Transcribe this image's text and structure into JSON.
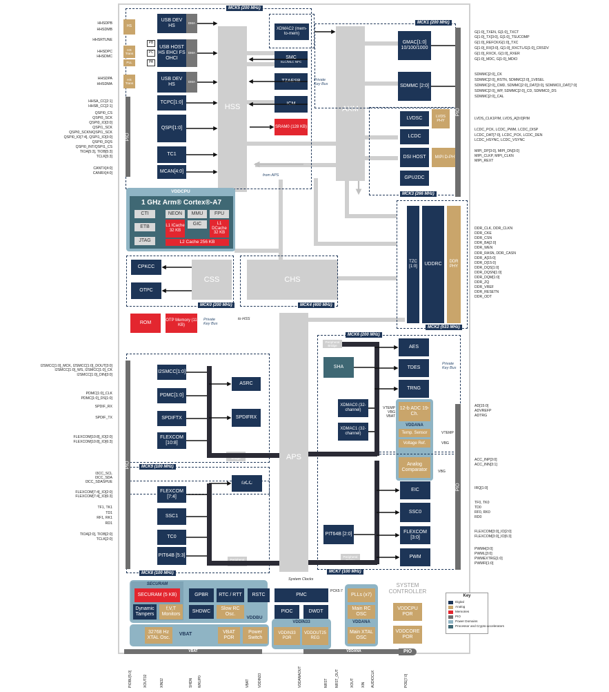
{
  "domains": {
    "mck5": "MCK5 (200 MHz)",
    "mck1": "MCK1 (200 MHz)",
    "mck3": "MCK3 (266 MHz)",
    "mck0": "MCK0 (200 MHz)",
    "mck4": "MCK4 (400 MHz)",
    "mck2": "MCK2 (533 MHz)",
    "mck6": "MCK6 (200 MHz)",
    "mck9": "MCK9 (100 MHz)",
    "mck8": "MCK8 (100 MHz)",
    "mck7": "MCK7 (100 MHz)"
  },
  "blocks": {
    "hs": "HS",
    "hs_trans": "HS Trans",
    "pll": "PLL",
    "pb": "PB",
    "pc": "PC",
    "pa": "PA",
    "usb_dev_hs_1": "USB DEV HS",
    "usb_host": "USB HOST HS EHCI FS OHCI",
    "usb_dev_hs_2": "USB DEV HS",
    "dma": "DMA",
    "tcpc": "TCPC[1:0]",
    "qspi": "QSPI[1:0]",
    "tc1": "TC1",
    "mcan": "MCAN[4:0]",
    "hss": "HSS",
    "xdmac2": "XDMAC2 (mem-to-mem)",
    "smc": "SMC",
    "smc_sub": "SLC/MLC NFC",
    "tzaesb": "TZAESB",
    "icm": "ICM",
    "sram0": "SRAM0 (128 KB)",
    "axm": "AXM",
    "gmac": "GMAC[1:0] 10/100/1000",
    "sdmmc": "SDMMC [2:0]",
    "lvdsc": "LVDSC",
    "lvds_phy": "LVDS PHY",
    "lcdc": "LCDC",
    "dsi_host": "DSI HOST",
    "mipi_dphy": "MIPI D-PHY",
    "gpu2dc": "GPU2DC",
    "vddcpu": "VDDCPU",
    "cpu_title": "1 GHz Arm® Cortex®-A7",
    "cti": "CTI",
    "etb": "ETB",
    "jtag": "JTAG",
    "neon": "NEON",
    "mmu": "MMU",
    "fpu": "FPU",
    "gic": "GIC",
    "l1i": "L1 ICache 32 KB",
    "l1d": "L1 DCache 32 KB",
    "l2": "L2 Cache 256 KB",
    "cpkcc": "CPKCC",
    "otpc": "OTPC",
    "css": "CSS",
    "chs": "CHS",
    "rom": "ROM",
    "otp_mem": "OTP Memory (11 KB)",
    "tzc": "TZC [1:0]",
    "uddrc": "UDDRC",
    "ddr_phy": "DDR PHY",
    "aes": "AES",
    "tdes": "TDES",
    "trng": "TRNG",
    "sha": "SHA",
    "xdmac0": "XDMAC0 (32-channel)",
    "xdmac1": "XDMAC1 (32-channel)",
    "periph_bridge": "Peripheral Bridge",
    "adc": "12-b ADC 19-Ch.",
    "vddana": "VDDANA",
    "temp_sensor": "Temp. Sensor",
    "vref": "Voltage Ref.",
    "acomp": "Analog Comparator",
    "eic": "EIC",
    "ssc0": "SSC0",
    "flexcom30": "FLEXCOM [3:0]",
    "pwm": "PWM",
    "pit64b_r": "PIT64B [2:0]",
    "aps": "APS",
    "i2smcc": "I2SMCC[1:0]",
    "asrc": "ASRC",
    "pdmc": "PDMC[1:0]",
    "spdiftx": "SPDIFTX",
    "spdifrx": "SPDIFRX",
    "flexcom108": "FLEXCOM [10:8]",
    "i3cc": "I3CC",
    "flexcom74": "FLEXCOM [7:4]",
    "ssc1": "SSC1",
    "tc0": "TC0",
    "pit64b_l": "PIT64B [5:3]",
    "securam_title": "SECURAM",
    "securam": "SECURAM (5 KB)",
    "dyn_tamp": "Dynamic Tampers",
    "fvt": "f,V,T Monitors",
    "gpbr": "GPBR",
    "rtc": "RTC / RTT",
    "rstc": "RSTC",
    "shdwc": "SHDWC",
    "slow_rc": "Slow RC Osc.",
    "vddbu": "VDDBU",
    "xtal32": "32768 Hz XTAL Osc.",
    "vbat": "VBAT",
    "vbat_por": "VBAT POR",
    "power_switch": "Power Switch",
    "vddin33_por": "VDDIN33 POR",
    "vddout25_reg": "VDDOUT25 REG",
    "vddin33": "VDDIN33",
    "pmc": "PMC",
    "pioc": "PIOC",
    "dwdt": "DWDT",
    "plls": "PLLs (x7)",
    "main_rc": "Main RC OSC",
    "vddana2": "VDDANA",
    "main_xtal": "Main XTAL OSC",
    "sys_ctrl": "SYSTEM CONTROLLER",
    "vddcpu_por": "VDDCPU POR",
    "vddcore_por": "VDDCORE POR",
    "pio": "PIO",
    "vbat_bar": "VBAT",
    "vddana_bar": "VDDANA"
  },
  "notes": {
    "private_key_bus": "Private Key Bus",
    "from_aps": "from APS",
    "to_hss": "to HSS",
    "system_clocks": "System Clocks",
    "pck": "PCK5:7",
    "vtemp_in": "VTEMP",
    "vbg_in": "VBG",
    "vbat_in": "VBAT",
    "vtemp_out": "VTEMP",
    "vbg_out": "VBG",
    "vbg_cmp": "VBG"
  },
  "key": {
    "title": "Key",
    "items": [
      {
        "label": "Digital",
        "color": "#1d3557"
      },
      {
        "label": "Analog",
        "color": "#c9a56b"
      },
      {
        "label": "Memories",
        "color": "#e3262f"
      },
      {
        "label": "PIO",
        "color": "#6e6e6e"
      },
      {
        "label": "Power Domains",
        "color": "#8fb4c4"
      },
      {
        "label": "Processor and Crypto-accelerators",
        "color": "#3f6874"
      }
    ]
  },
  "left_signals": {
    "usb": [
      "HHSDPB",
      "HHSDMB",
      "HHSRTUNE",
      "HHSDPC",
      "HHSDMC",
      "HHSDPA",
      "HHSDMA"
    ],
    "qspi": [
      "HHSA_CC[2:1]",
      "HHSB_CC[2:1]",
      "QSPI0_CS",
      "QSPI0_SCK",
      "QSPI0_IO[3:0]",
      "QSPI1_SCK",
      "QSPI0_SCKN/QSPI1_SCK",
      "QSPI0_IO[7:4], QSPI1_IO[3:0]",
      "QSPI0_DQS",
      "QSPI0_INT/QSPI1_CS"
    ],
    "tc": [
      "TIOA[5:3], TIOB[5:3]",
      "TCLK[5:3]"
    ],
    "can": [
      "CANTX[4:0]",
      "CANRX[4:0]"
    ],
    "audio": [
      "I2SMCC[1:0]_MCK, I2SMCC[1:0]_DOUT[3:0]",
      "I2SMCC[1:0]_WS, I2SMCC[1:0]_CK",
      "I2SMCC[1:0]_DIN[3:0]"
    ],
    "pdm": [
      "PDMC[1:0]_CLK",
      "PDMC[1:0]_DS[1:0]"
    ],
    "spdif": [
      "SPDIF_RX",
      "SPDIF_TX"
    ],
    "flex108": [
      "FLEXCOM[10:8]_IO[2:0]",
      "FLEXCOM[10:8]_IO[6:3]"
    ],
    "i3c": [
      "I3CC_SCL",
      "I3CC_SDA",
      "I3CC_SDASPUE"
    ],
    "flex74": [
      "FLEXCOM[7:4]_IO[2:0]",
      "FLEXCOM[7:4]_IO[6:3]"
    ],
    "ssc1": [
      "TF1, TK1",
      "TD1",
      "RF1, RK1",
      "RD1"
    ],
    "tc0": [
      "TIOA[2:0], TIOB[2:0]",
      "TCLK[2:0]"
    ]
  },
  "right_signals": {
    "gmac": [
      "G[1:0]_TXEN, G[1:0]_TXCT",
      "G[1:0]_TX[3:0], G[1:0]_TSUCOMP",
      "G[1:0]_REFCK/G[1:0]_TXC",
      "G[1:0]_RX[3:0], G[1:0]_RXCTL/G[1:0]_CRSDV",
      "G[1:0]_RXCK, G[1:0]_RXER",
      "G[1:0]_MDC, G[1:0]_MDIO"
    ],
    "sdmmc": [
      "SDMMC[2:0]_CK",
      "SDMMC[2:0]_RSTN, SDMMC[2:0]_1V8SEL",
      "SDMMC[2:0]_CMD, SDMMC[2:0]_DAT[3:0], SDMMC0_DAT[7:0]",
      "SDMMC[2:0]_WP, SDMMC[2:0]_CD, SDMMC0_DS",
      "SDMMC[2:0]_CAL"
    ],
    "lvds": [
      "LVDS_CLK1P/M, LVDS_A[3:0]P/M"
    ],
    "lcdc": [
      "LCDC_PCK, LCDC_PWM, LCDC_DISP",
      "LCDC_DAT[7:0], LCDC_PCK, LCDC_DEN",
      "LCDC_HSYNC, LCDC_VSYNC"
    ],
    "mipi": [
      "MIPI_DP[3:0], MIPI_DN[3:0]",
      "MIPI_CLKP, MIPI_CLKN",
      "MIPI_REXT"
    ],
    "ddr": [
      "DDR_CLK, DDR_CLKN",
      "DDR_CKE",
      "DDR_CSN",
      "DDR_BA[2:0]",
      "DDR_WEN",
      "DDR_RASN, DDR_CASN",
      "DDR_A[15:0]",
      "DDR_D[15:0]",
      "DDR_DQS[1:0]",
      "DDR_DQSN[1:0]",
      "DDR_DQM[1:0]",
      "DDR_ZQ",
      "DDR_VREF",
      "DDR_RESETN",
      "DDR_ODT"
    ],
    "adc": [
      "AD[15:0]",
      "ADVREFP",
      "ADTRG"
    ],
    "acc": [
      "ACC_INP[3:0]",
      "ACC_INN[3:1]"
    ],
    "eic": [
      "IRQ[1:0]"
    ],
    "ssc0": [
      "TF0, TK0",
      "TD0",
      "RF0, RK0",
      "RD0"
    ],
    "flex30": [
      "FLEXCOM[3:0]_IO[2:0]",
      "FLEXCOM[3:0]_IO[6:3]"
    ],
    "pwm": [
      "PWMH[3:0]",
      "PWML[3:0]",
      "PWMEXTRG[1:0]",
      "PWMFI[1:0]"
    ]
  },
  "bottom_signals": [
    "PIOBU[5:0]",
    "XOUT32",
    "XIN32",
    "SHDN",
    "WKUP0",
    "VBAT",
    "VDDIN33",
    "VDDANAOUT",
    "NRST",
    "NRST_OUT",
    "XOUT",
    "XIN",
    "AUDIOCLK",
    "POE[7:0]"
  ]
}
